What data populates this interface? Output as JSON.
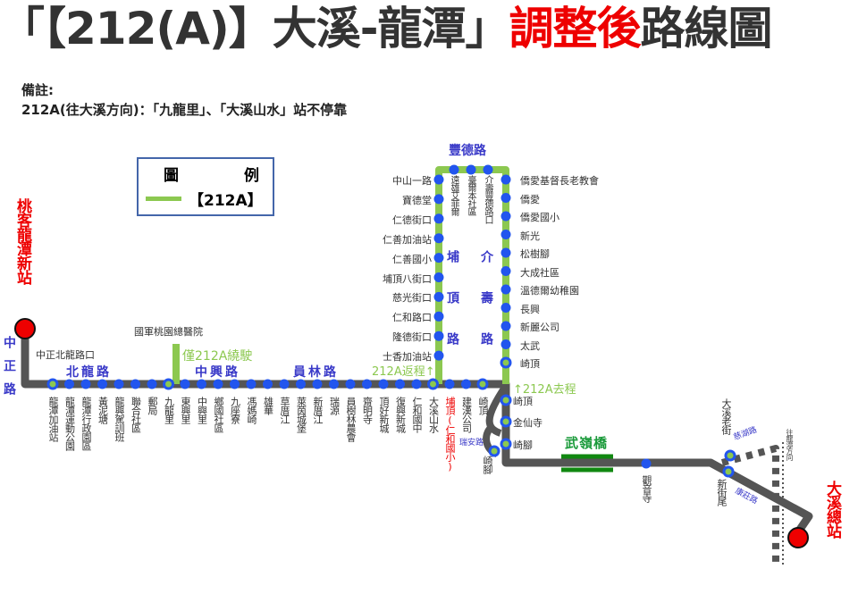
{
  "title": {
    "main": "「【212(A)】大溪-龍潭」",
    "highlight": "調整後",
    "suffix": "路線圖"
  },
  "note": {
    "heading": "備註:",
    "text": "212A(往大溪方向)：「九龍里」、「大溪山水」站不停靠"
  },
  "legend": {
    "title_a": "圖",
    "title_b": "例",
    "item": "【212A】"
  },
  "colors": {
    "route": "#555555",
    "green": "#8cc850",
    "stop": "#2255ee",
    "terminal": "#ee0000",
    "road": "#3a3ac8"
  },
  "terminals": {
    "start": "桃客龍潭新站",
    "end": "大溪總站"
  },
  "roads": {
    "zhongzheng": "中正路",
    "beilong": "北龍路",
    "zhongxing": "中興路",
    "yuanlin": "員林路",
    "fengde": "豐德路",
    "buding": "埔頂路",
    "jieshou": "介壽路",
    "wuling": "武嶺橋",
    "ruian": "瑞安路",
    "cihu": "慈湖路",
    "kangzhuang": "康莊路"
  },
  "notes_green": {
    "detour": "僅212A繞駛",
    "return": "212A返程↑",
    "outbound": "↑212A去程"
  },
  "direction_note": "往龍潭方向",
  "stops_left": {
    "zhongzheng": "中正北龍路口",
    "hospital": "國軍桃園總醫院"
  },
  "stops_bottom": [
    "龍潭加油站",
    "龍潭運動公園",
    "龍潭行政園區",
    "黃泥塘",
    "龍興駕訓班",
    "聯合社區",
    "郵局",
    "九龍里",
    "東興里",
    "中興里",
    "鄉國社區",
    "九座寮",
    "馮媽崎",
    "雄華",
    "草厝江",
    "萊茵城堡",
    "新厝江",
    "瑞源",
    "員樹林農會",
    "齋明寺",
    "頂好新城",
    "復興新城",
    "仁和國中",
    "大溪山水",
    "埔頂(仁和國小)",
    "建漢公司",
    "崎頂"
  ],
  "stops_buding": [
    "中山一路",
    "寶德堂",
    "仁德街口",
    "仁善加油站",
    "仁善國小",
    "埔頂八街口",
    "慈光街口",
    "仁和路口",
    "隆德街口",
    "士香加油站"
  ],
  "stops_fengde": [
    "遠雄艾菲爾",
    "臺爾本社區",
    "介壽豐德路口"
  ],
  "stops_jieshou": [
    "僑愛基督長老教會",
    "僑愛",
    "僑愛國小",
    "新光",
    "松樹腳",
    "大成社區",
    "溫德爾幼稚園",
    "長興",
    "新麗公司",
    "太武",
    "崎頂"
  ],
  "stops_down": [
    "崎頂",
    "金仙寺",
    "崎腳"
  ],
  "stops_misc": {
    "ruian_qijiao": "崎腳",
    "guanyin": "觀音寺",
    "xinjiewei": "新街尾",
    "oldstreet": "大溪老街"
  }
}
